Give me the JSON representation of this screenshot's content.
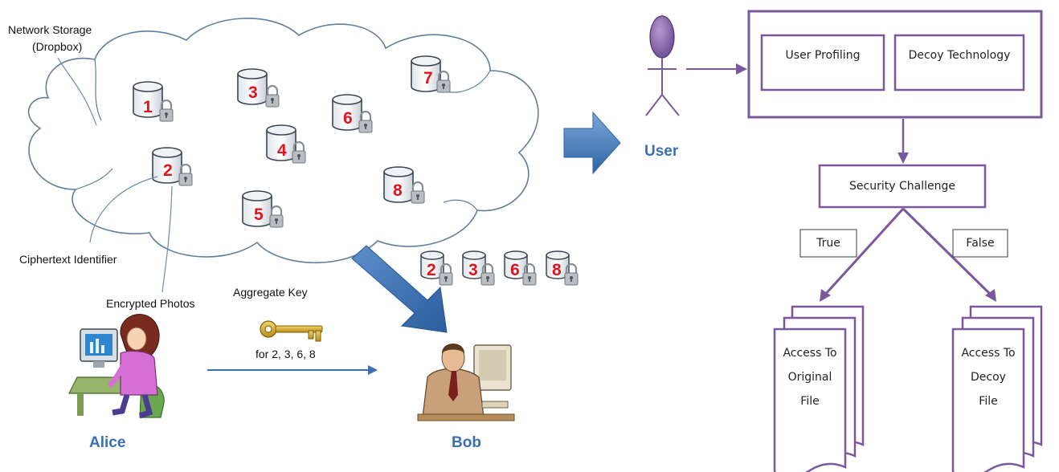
{
  "left": {
    "storage_label_1": "Network Storage",
    "storage_label_2": "(Dropbox)",
    "ciphertext_label": "Ciphertext Identifier",
    "encrypted_label": "Encrypted Photos",
    "aggregate_key_label": "Aggregate Key",
    "key_for_label": "for  2, 3, 6, 8",
    "alice_label": "Alice",
    "bob_label": "Bob",
    "cloud_items": [
      "1",
      "2",
      "3",
      "4",
      "5",
      "6",
      "7",
      "8"
    ],
    "shared_items": [
      "2",
      "3",
      "6",
      "8"
    ],
    "colors": {
      "person_name": "#3a6fb4",
      "number": "#e0141e",
      "arrow": "#3a6fb4"
    }
  },
  "right": {
    "user_label": "User",
    "profiling_label": "User Profiling",
    "decoy_label": "Decoy Technology",
    "challenge_label": "Security Challenge",
    "true_label": "True",
    "false_label": "False",
    "original_doc_lines": [
      "Access To",
      "Original",
      "File"
    ],
    "decoy_doc_lines": [
      "Access To",
      "Decoy",
      "File"
    ],
    "colors": {
      "flow": "#7b579e",
      "user": "#3a6fb4"
    }
  }
}
